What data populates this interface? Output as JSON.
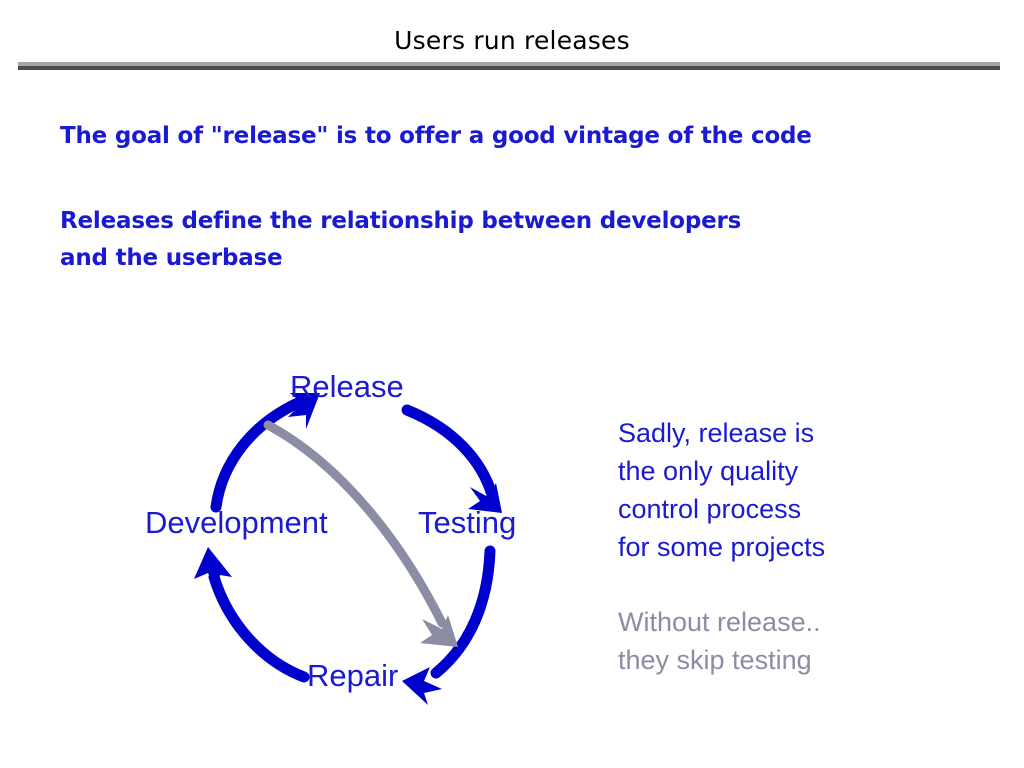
{
  "slide": {
    "title": "Users run releases",
    "background_color": "#ffffff",
    "rule": {
      "light_color": "#a6a6a6",
      "dark_color": "#4d4d4d"
    }
  },
  "colors": {
    "blue": "#1a1ad2",
    "gray": "#8c8ca4",
    "black": "#000000"
  },
  "bullets": [
    {
      "id": "bullet-one",
      "text": "The goal of \"release\" is to offer a good vintage of the code"
    },
    {
      "id": "bullet-two",
      "text": "Releases define the relationship between developers\nand the userbase"
    }
  ],
  "diagram": {
    "name": "release-cycle",
    "nodes": [
      {
        "id": "release",
        "label": "Release"
      },
      {
        "id": "testing",
        "label": "Testing"
      },
      {
        "id": "repair",
        "label": "Repair"
      },
      {
        "id": "development",
        "label": "Development"
      }
    ],
    "edges": [
      {
        "from": "development",
        "to": "release",
        "color": "#0000cc",
        "style": "curved-arrow"
      },
      {
        "from": "release",
        "to": "testing",
        "color": "#0000cc",
        "style": "curved-arrow"
      },
      {
        "from": "testing",
        "to": "repair",
        "color": "#0000cc",
        "style": "curved-arrow"
      },
      {
        "from": "repair",
        "to": "development",
        "color": "#0000cc",
        "style": "curved-arrow"
      },
      {
        "from": "release",
        "to": "repair",
        "color": "#8c8ca4",
        "style": "curved-arrow-shortcut"
      }
    ]
  },
  "notes": [
    {
      "id": "note-primary",
      "text": "Sadly, release is\nthe only quality\ncontrol process\nfor some projects",
      "color": "#1a1ad2"
    },
    {
      "id": "note-secondary",
      "text": "Without release..\nthey skip testing",
      "color": "#8c8ca4"
    }
  ]
}
